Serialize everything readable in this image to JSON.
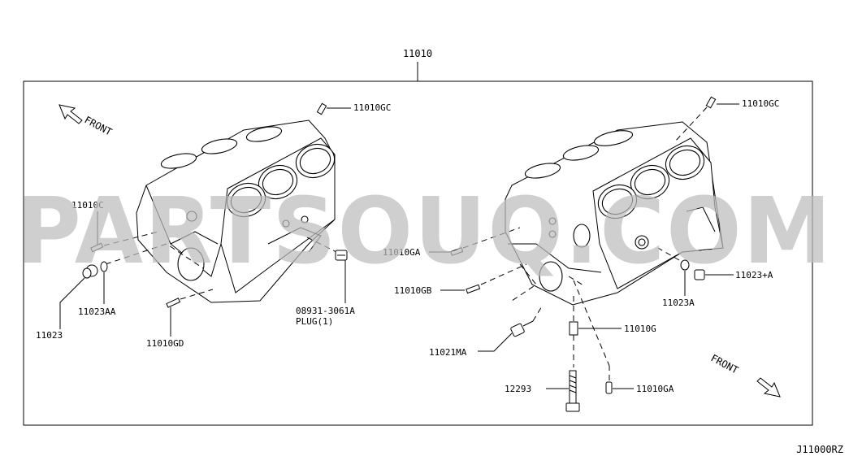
{
  "colors": {
    "line": "#000000",
    "watermark": "#bdbdbd",
    "background": "#ffffff"
  },
  "watermark": "PARTSOUQ.COM",
  "drawing_code": "J11000RZ",
  "assembly_number": "11010",
  "front_left": "FRONT",
  "front_right": "FRONT",
  "parts": {
    "p_11010gc_left": "11010GC",
    "p_11010c": "11010C",
    "p_11023": "11023",
    "p_11023aa": "11023AA",
    "p_11010gd": "11010GD",
    "p_plug_number": "08931-3061A",
    "p_plug_text": "PLUG(1)",
    "p_11010gc_right": "11010GC",
    "p_11010ga_upper": "11010GA",
    "p_11010gb": "11010GB",
    "p_11023_plus_a": "11023+A",
    "p_11023a": "11023A",
    "p_11010g": "11010G",
    "p_11021ma": "11021MA",
    "p_12293": "12293",
    "p_11010ga_lower": "11010GA"
  }
}
